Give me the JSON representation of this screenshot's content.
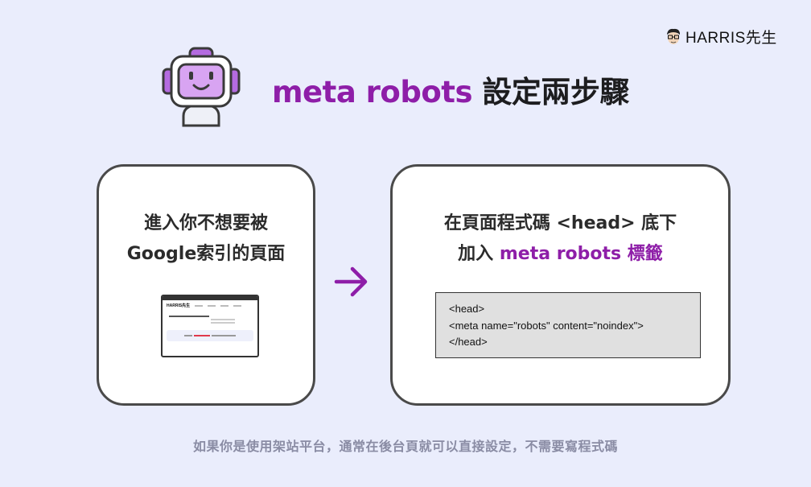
{
  "brand": {
    "logo_text": "HARRIS先生"
  },
  "title": {
    "accent": "meta robots",
    "rest": " 設定兩步驟"
  },
  "step1": {
    "line1": "進入你不想要被",
    "line2": "Google索引的頁面"
  },
  "step2": {
    "line1": "在頁面程式碼 <head> 底下",
    "line2_prefix": "加入 ",
    "line2_accent": "meta robots 標籤"
  },
  "code": {
    "lines": [
      "<head>",
      "<meta name=\"robots\" content=\"noindex\">",
      "</head>"
    ]
  },
  "footer": "如果你是使用架站平台，通常在後台頁就可以直接設定，不需要寫程式碼",
  "colors": {
    "background": "#eaedfc",
    "accent": "#8e1ea8",
    "robot_face": "#d8a4f2",
    "robot_body": "#b46be0"
  }
}
